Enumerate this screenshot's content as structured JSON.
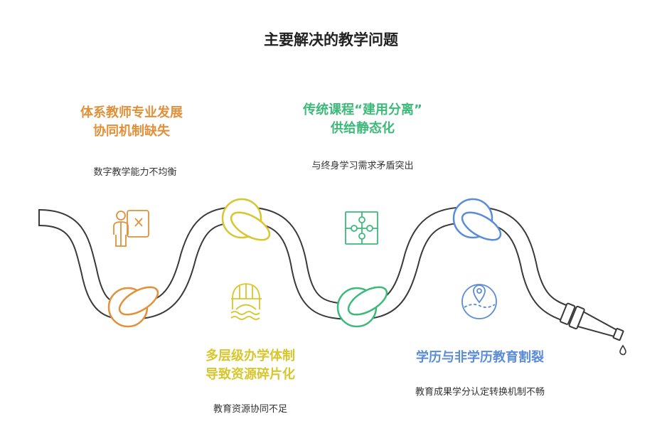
{
  "title": "主要解决的教学问题",
  "colors": {
    "orange": "#E0913A",
    "yellow": "#D8C62E",
    "green": "#3DB97A",
    "blue": "#5B8CD8",
    "hose": "#3a3a3a"
  },
  "items": [
    {
      "heading_lines": [
        "体系教师专业发展",
        "协同机制缺失"
      ],
      "description": "数字教学能力不均衡",
      "icon": "teacher-board-icon",
      "color": "#E0913A"
    },
    {
      "heading_lines": [
        "多层级办学体制",
        "导致资源碎片化"
      ],
      "description": "教育资源协同不足",
      "icon": "dam-water-icon",
      "color": "#D8C62E"
    },
    {
      "heading_lines": [
        "传统课程“建用分离”",
        "供给静态化"
      ],
      "description": "与终身学习需求矛盾突出",
      "icon": "puzzle-icon",
      "color": "#3DB97A"
    },
    {
      "heading_lines": [
        "学历与非学历教育割裂"
      ],
      "description": "教育成果学分认定转换机制不畅",
      "icon": "map-pin-globe-icon",
      "color": "#5B8CD8"
    }
  ]
}
